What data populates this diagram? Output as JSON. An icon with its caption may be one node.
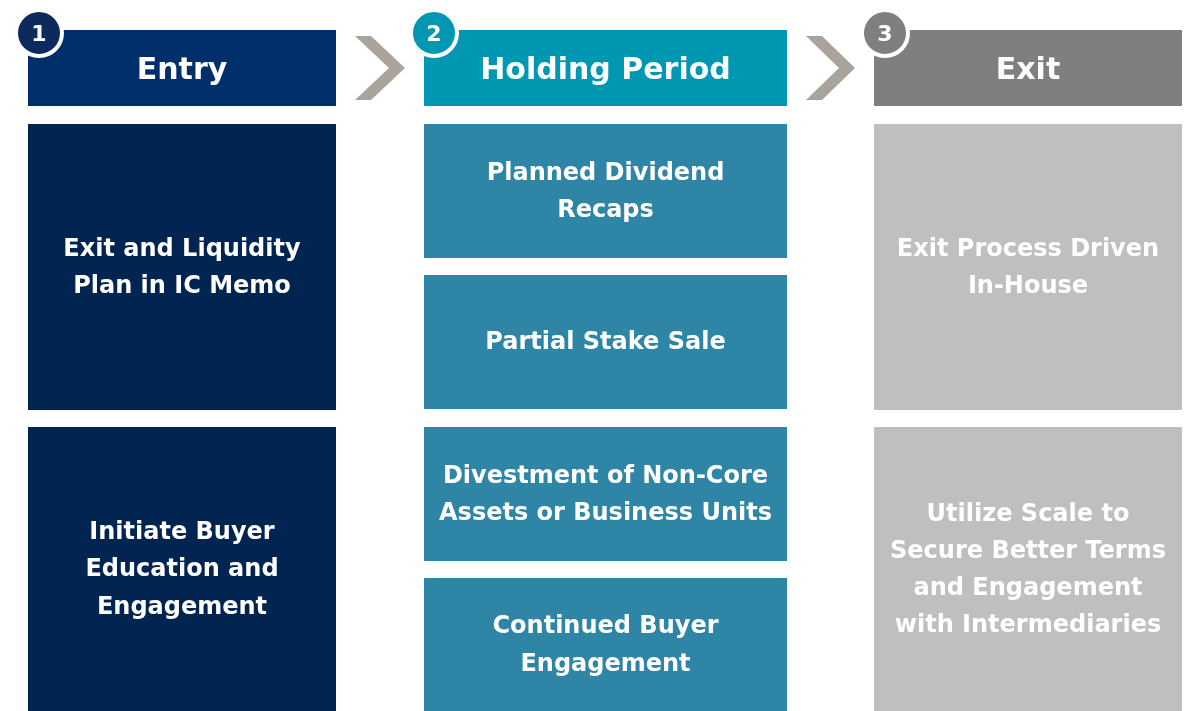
{
  "diagram": {
    "nodes": [
      {
        "text": [
          "1"
        ]
      },
      {
        "text": [
          "Entry"
        ]
      },
      {
        "text": [
          "2"
        ]
      },
      {
        "text": [
          "Holding Period"
        ]
      },
      {
        "text": [
          "3"
        ]
      },
      {
        "text": [
          "Exit"
        ]
      },
      {
        "text": [
          "Exit and Liquidity Plan in IC Memo"
        ]
      },
      {
        "text": [
          "Initiate Buyer Education and Engagement"
        ]
      },
      {
        "text": [
          "Planned Dividend Recaps"
        ]
      },
      {
        "text": [
          "Partial Stake Sale"
        ]
      },
      {
        "text": [
          "Divestment of Non-Core Assets or Business Units"
        ]
      },
      {
        "text": [
          "Continued Buyer Engagement"
        ]
      },
      {
        "text": [
          "Exit Process Driven In-House"
        ]
      },
      {
        "text": [
          "Utilize Scale to Secure Better Terms and Engagement with Intermediaries"
        ]
      }
    ],
    "edges": [
      {
        "from": 1,
        "to": 3,
        "arrow": "to"
      },
      {
        "from": 3,
        "to": 5,
        "arrow": "to"
      }
    ]
  }
}
